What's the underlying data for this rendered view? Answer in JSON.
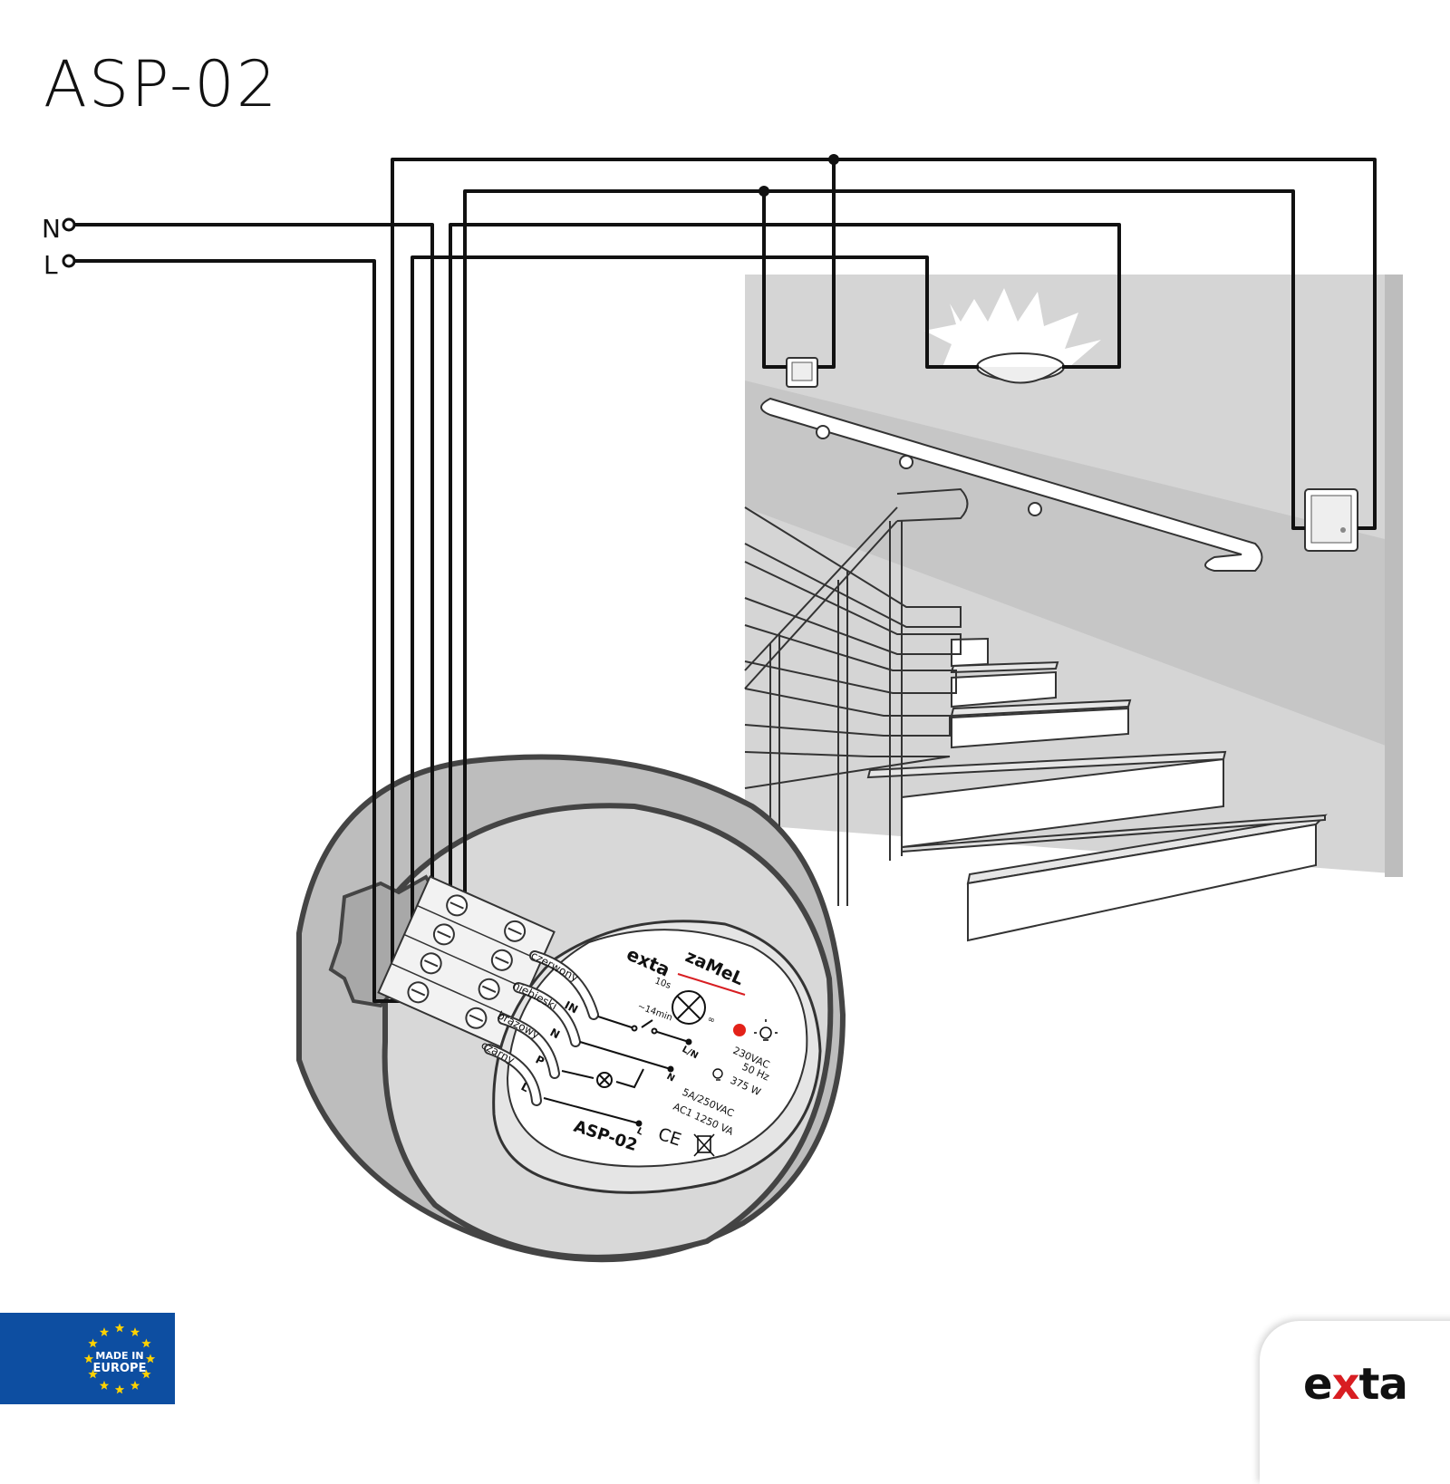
{
  "title": "ASP-02",
  "supply": {
    "neutral": "N",
    "line": "L"
  },
  "device": {
    "brand": "exta",
    "maker": "zaMeL",
    "model": "ASP-02",
    "timer_min": "10s",
    "timer_max": "~14min",
    "continuous_symbol": "∞",
    "terminals": [
      "IN",
      "N",
      "P",
      "L"
    ],
    "wire_colors": [
      "czerwony",
      "niebieski",
      "brązowy",
      "czarny"
    ],
    "wiring_marks": [
      "L/N",
      "N",
      "L"
    ],
    "ratings": [
      "230VAC",
      "50 Hz",
      "375 W",
      "5A/250VAC",
      "AC1 1250 VA"
    ],
    "cert": "CE"
  },
  "badge": {
    "line1": "MADE IN",
    "line2": "EUROPE"
  },
  "logo": {
    "prefix": "e",
    "accent": "x",
    "suffix": "ta"
  },
  "colors": {
    "eu_blue": "#0d4ea1",
    "eu_star": "#ffd200",
    "logo_accent": "#d81e22",
    "led": "#e32219",
    "wall": "#d5d5d5"
  }
}
